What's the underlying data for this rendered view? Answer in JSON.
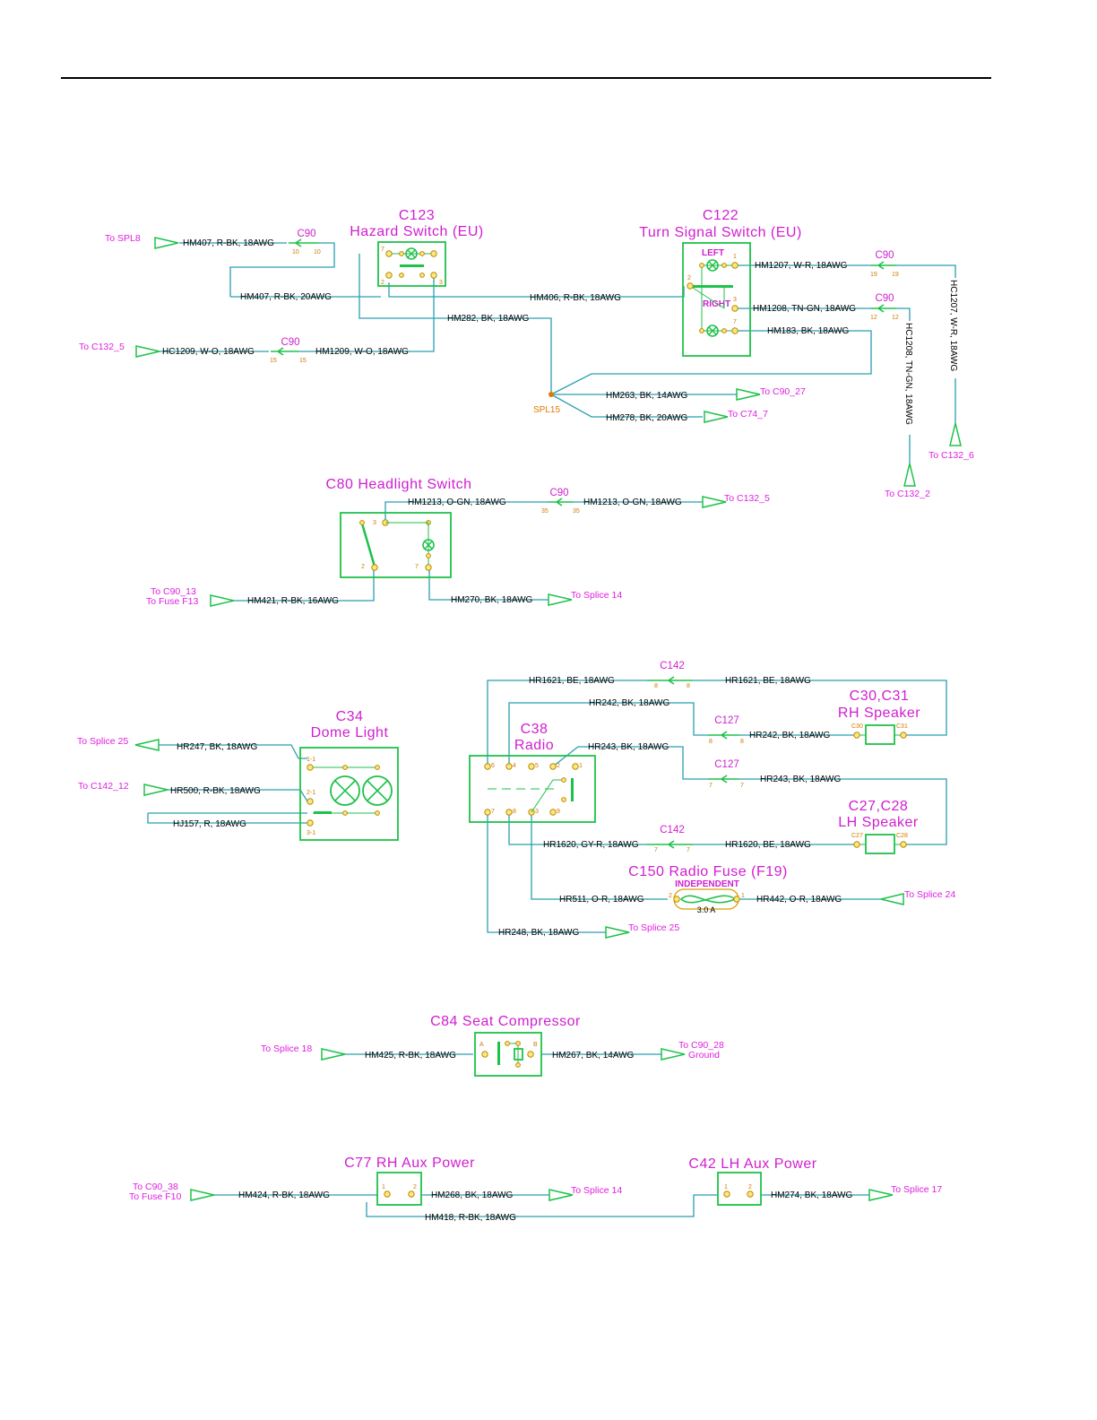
{
  "components": {
    "c123": {
      "id": "C123",
      "name": "Hazard Switch (EU)",
      "pins": [
        "7",
        "2",
        "3"
      ]
    },
    "c122": {
      "id": "C122",
      "name": "Turn Signal Switch (EU)",
      "left": "LEFT",
      "right": "RIGHT",
      "pins": [
        "1",
        "2",
        "3",
        "7"
      ]
    },
    "c80": {
      "name": "C80 Headlight Switch",
      "pins": [
        "3",
        "2",
        "7"
      ]
    },
    "c34": {
      "id": "C34",
      "name": "Dome Light",
      "pins": [
        "1-1",
        "2-1",
        "3-1"
      ]
    },
    "c38": {
      "id": "C38",
      "name": "Radio",
      "pins": [
        "6",
        "4",
        "5",
        "2",
        "1",
        "7",
        "8",
        "3",
        "9"
      ]
    },
    "c30c31": {
      "id": "C30,C31",
      "name": "RH Speaker",
      "pins": [
        "C30",
        "C31"
      ]
    },
    "c27c28": {
      "id": "C27,C28",
      "name": "LH Speaker",
      "pins": [
        "C27",
        "C28"
      ]
    },
    "c150": {
      "name": "C150 Radio Fuse (F19)",
      "label": "INDEPENDENT",
      "rating": "3.0 A",
      "pins": [
        "2",
        "1"
      ]
    },
    "c84": {
      "name": "C84 Seat Compressor",
      "pins": [
        "A",
        "B"
      ]
    },
    "c77": {
      "name": "C77 RH Aux Power",
      "pins": [
        "1",
        "2"
      ]
    },
    "c42": {
      "name": "C42 LH Aux Power",
      "pins": [
        "1",
        "2"
      ]
    }
  },
  "connectors": {
    "c90_a": {
      "name": "C90",
      "pins": [
        "10",
        "10"
      ]
    },
    "c90_b": {
      "name": "C90",
      "pins": [
        "15",
        "15"
      ]
    },
    "c90_c": {
      "name": "C90",
      "pins": [
        "19",
        "19"
      ]
    },
    "c90_d": {
      "name": "C90",
      "pins": [
        "12",
        "12"
      ]
    },
    "c90_e": {
      "name": "C90",
      "pins": [
        "35",
        "35"
      ]
    },
    "c142_a": {
      "name": "C142",
      "pins": [
        "8",
        "8"
      ]
    },
    "c127_a": {
      "name": "C127",
      "pins": [
        "8",
        "8"
      ]
    },
    "c127_b": {
      "name": "C127",
      "pins": [
        "7",
        "7"
      ]
    },
    "c142_b": {
      "name": "C142",
      "pins": [
        "7",
        "7"
      ]
    }
  },
  "splice": "SPL15",
  "wires": {
    "hm407_18": "HM407, R-BK, 18AWG",
    "hm407_20": "HM407, R-BK, 20AWG",
    "hm406": "HM406, R-BK, 18AWG",
    "hm282": "HM282, BK, 18AWG",
    "hc1209": "HC1209, W-O, 18AWG",
    "hm1209": "HM1209, W-O, 18AWG",
    "hm1207": "HM1207, W-R, 18AWG",
    "hm1208": "HM1208, TN-GN, 18AWG",
    "hm183": "HM183, BK, 18AWG",
    "hc1207": "HC1207, W-R, 18AWG",
    "hc1208": "HC1208, TN-GN, 18AWG",
    "hm263": "HM263, BK, 14AWG",
    "hm278": "HM278, BK, 20AWG",
    "hm1213_a": "HM1213, O-GN, 18AWG",
    "hm1213_b": "HM1213, O-GN, 18AWG",
    "hm421": "HM421, R-BK, 16AWG",
    "hm270": "HM270, BK, 18AWG",
    "hr1621_a": "HR1621, BE, 18AWG",
    "hr1621_b": "HR1621, BE, 18AWG",
    "hr242_a": "HR242, BK, 18AWG",
    "hr242_b": "HR242, BK, 18AWG",
    "hr243_a": "HR243, BK, 18AWG",
    "hr243_b": "HR243, BK, 18AWG",
    "hr247": "HR247, BK, 18AWG",
    "hr500": "HR500, R-BK, 18AWG",
    "hj157": "HJ157, R, 18AWG",
    "hr1620_a": "HR1620, GY-R, 18AWG",
    "hr1620_b": "HR1620, BE, 18AWG",
    "hr511": "HR511, O-R, 18AWG",
    "hr442": "HR442, O-R, 18AWG",
    "hr248": "HR248, BK, 18AWG",
    "hm425": "HM425, R-BK, 18AWG",
    "hm267": "HM267, BK, 14AWG",
    "hm424": "HM424, R-BK, 18AWG",
    "hm268": "HM268, BK, 18AWG",
    "hm418": "HM418, R-BK, 18AWG",
    "hm274": "HM274, BK, 18AWG"
  },
  "targets": {
    "spl8": "To SPL8",
    "c132_5a": "To C132_5",
    "c90_27": "To C90_27",
    "c74_7": "To C74_7",
    "c132_6": "To C132_6",
    "c132_2": "To C132_2",
    "c132_5b": "To C132_5",
    "c90_13": "To C90_13",
    "fuse_f13": "To Fuse F13",
    "splice14_a": "To Splice 14",
    "splice25_a": "To Splice 25",
    "c142_12": "To C142_12",
    "splice24": "To Splice 24",
    "splice25_b": "To Splice 25",
    "splice18": "To Splice 18",
    "c90_28": "To C90_28",
    "ground": "Ground",
    "c90_38": "To C90_38",
    "fuse_f10": "To Fuse F10",
    "splice14_b": "To Splice 14",
    "splice17": "To Splice 17"
  }
}
